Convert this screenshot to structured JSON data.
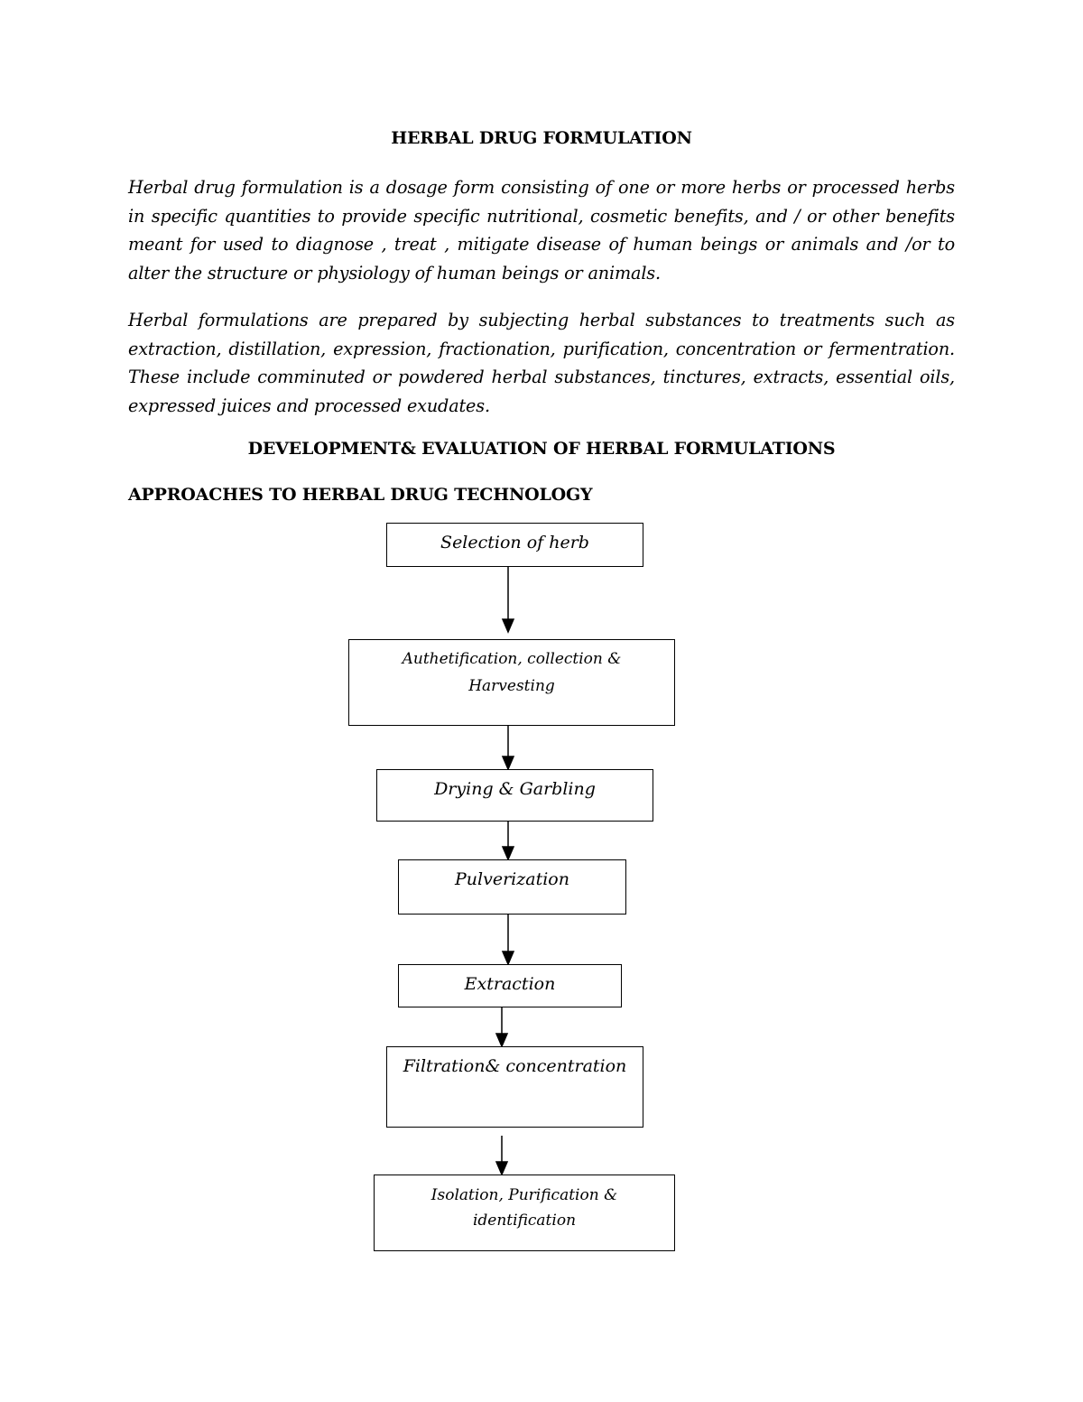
{
  "document": {
    "title": "HERBAL DRUG FORMULATION",
    "paragraphs": [
      "Herbal drug formulation is a dosage form consisting of one or more herbs or processed herbs in specific quantities to provide specific nutritional, cosmetic benefits, and / or other benefits meant for used to diagnose , treat , mitigate disease of human beings or animals and /or to alter the structure or physiology of human beings or animals.",
      "Herbal formulations are prepared by subjecting herbal substances to treatments such as extraction, distillation, expression, fractionation, purification, concentration or fermentration. These include comminuted or powdered herbal substances, tinctures, extracts, essential oils, expressed juices and processed exudates."
    ],
    "section_heading": "DEVELOPMENT& EVALUATION OF HERBAL FORMULATIONS",
    "subsection_heading": "APPROACHES TO HERBAL DRUG TECHNOLOGY"
  },
  "flowchart": {
    "steps": [
      {
        "lines": [
          "Selection of herb"
        ]
      },
      {
        "lines": [
          "Authetification,  collection &",
          "Harvesting"
        ]
      },
      {
        "lines": [
          "Drying  & Garbling"
        ]
      },
      {
        "lines": [
          "Pulverization"
        ]
      },
      {
        "lines": [
          "Extraction"
        ]
      },
      {
        "lines": [
          "Filtration& concentration"
        ]
      },
      {
        "lines": [
          "Isolation, Purification &",
          "identification"
        ]
      }
    ]
  }
}
